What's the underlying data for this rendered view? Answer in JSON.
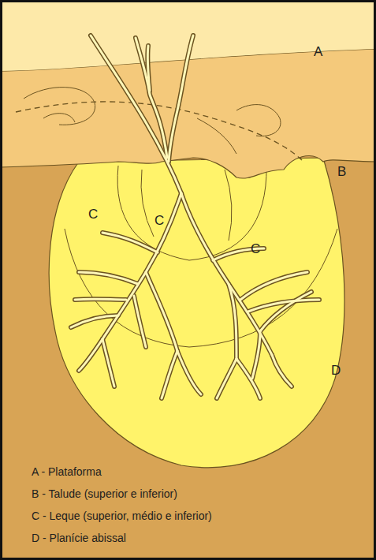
{
  "diagram": {
    "labels": [
      "A",
      "B",
      "C",
      "C",
      "C",
      "D",
      "A - Plataforma",
      "B - Talude (superior e inferior)",
      "C - Leque (superior, médio e inferior)",
      "D - Planície abissal"
    ]
  }
}
